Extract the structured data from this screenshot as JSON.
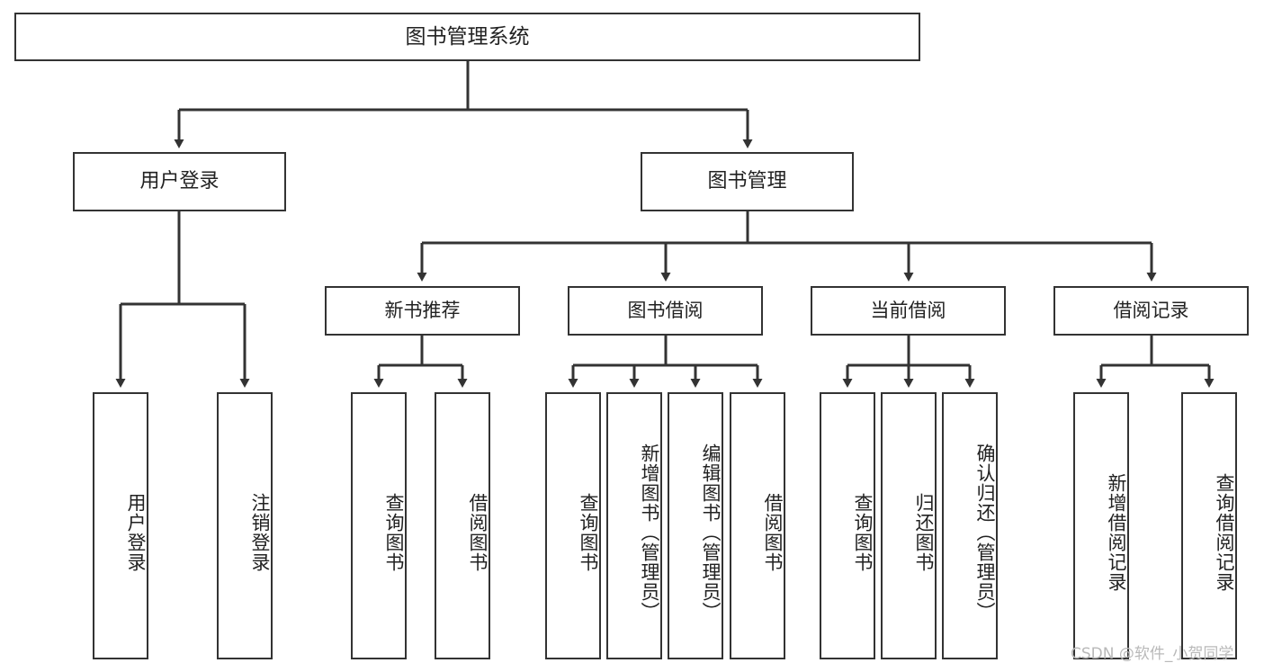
{
  "diagram": {
    "title": "图书管理系统",
    "type": "hierarchy-tree",
    "watermark": "CSDN @软件_小贺同学",
    "colors": {
      "stroke": "#333333",
      "fill": "#ffffff",
      "text": "#222222",
      "watermark": "#b9b9b9"
    },
    "root": {
      "label": "图书管理系统"
    },
    "level2": [
      {
        "id": "user-login",
        "label": "用户登录"
      },
      {
        "id": "book-manage",
        "label": "图书管理"
      }
    ],
    "level3": [
      {
        "id": "new-book-recommend",
        "label": "新书推荐",
        "parent": "book-manage"
      },
      {
        "id": "book-borrow",
        "label": "图书借阅",
        "parent": "book-manage"
      },
      {
        "id": "current-borrow",
        "label": "当前借阅",
        "parent": "book-manage"
      },
      {
        "id": "borrow-record",
        "label": "借阅记录",
        "parent": "book-manage"
      }
    ],
    "leaves": [
      {
        "id": "leaf-user-login",
        "label": "用户登录",
        "parent": "user-login"
      },
      {
        "id": "leaf-user-logout",
        "label": "注销登录",
        "parent": "user-login"
      },
      {
        "id": "leaf-query-book-1",
        "label": "查询图书",
        "parent": "new-book-recommend"
      },
      {
        "id": "leaf-borrow-book-1",
        "label": "借阅图书",
        "parent": "new-book-recommend"
      },
      {
        "id": "leaf-query-book-2",
        "label": "查询图书",
        "parent": "book-borrow"
      },
      {
        "id": "leaf-add-book",
        "label": "新增图书（管理员）",
        "parent": "book-borrow"
      },
      {
        "id": "leaf-edit-book",
        "label": "编辑图书（管理员）",
        "parent": "book-borrow"
      },
      {
        "id": "leaf-borrow-book-2",
        "label": "借阅图书",
        "parent": "book-borrow"
      },
      {
        "id": "leaf-query-book-3",
        "label": "查询图书",
        "parent": "current-borrow"
      },
      {
        "id": "leaf-return-book",
        "label": "归还图书",
        "parent": "current-borrow"
      },
      {
        "id": "leaf-confirm-return",
        "label": "确认归还（管理员）",
        "parent": "current-borrow"
      },
      {
        "id": "leaf-add-record",
        "label": "新增借阅记录",
        "parent": "borrow-record"
      },
      {
        "id": "leaf-query-record",
        "label": "查询借阅记录",
        "parent": "borrow-record"
      }
    ]
  }
}
